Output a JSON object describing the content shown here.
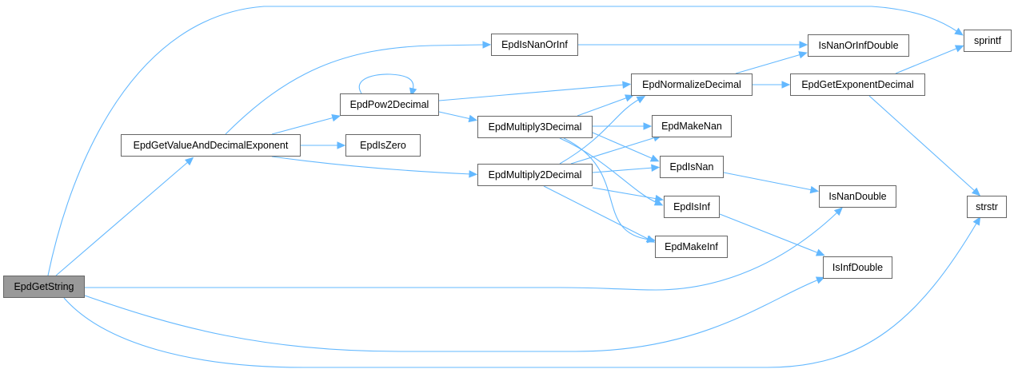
{
  "diagram": {
    "type": "call-graph",
    "edge_color": "#63b8ff",
    "root_fill": "#999999",
    "node_border": "#666666",
    "nodes": [
      {
        "id": "EpdGetString",
        "label": "EpdGetString",
        "root": true
      },
      {
        "id": "EpdGetValueAndDecimalExponent",
        "label": "EpdGetValueAndDecimalExponent"
      },
      {
        "id": "EpdIsZero",
        "label": "EpdIsZero"
      },
      {
        "id": "EpdPow2Decimal",
        "label": "EpdPow2Decimal"
      },
      {
        "id": "EpdIsNanOrInf",
        "label": "EpdIsNanOrInf"
      },
      {
        "id": "EpdMultiply3Decimal",
        "label": "EpdMultiply3Decimal"
      },
      {
        "id": "EpdMultiply2Decimal",
        "label": "EpdMultiply2Decimal"
      },
      {
        "id": "EpdNormalizeDecimal",
        "label": "EpdNormalizeDecimal"
      },
      {
        "id": "EpdMakeNan",
        "label": "EpdMakeNan"
      },
      {
        "id": "EpdIsNan",
        "label": "EpdIsNan"
      },
      {
        "id": "EpdIsInf",
        "label": "EpdIsInf"
      },
      {
        "id": "EpdMakeInf",
        "label": "EpdMakeInf"
      },
      {
        "id": "IsNanOrInfDouble",
        "label": "IsNanOrInfDouble"
      },
      {
        "id": "EpdGetExponentDecimal",
        "label": "EpdGetExponentDecimal"
      },
      {
        "id": "sprintf",
        "label": "sprintf"
      },
      {
        "id": "IsNanDouble",
        "label": "IsNanDouble"
      },
      {
        "id": "IsInfDouble",
        "label": "IsInfDouble"
      },
      {
        "id": "strstr",
        "label": "strstr"
      }
    ],
    "edges": [
      [
        "EpdGetString",
        "EpdGetValueAndDecimalExponent"
      ],
      [
        "EpdGetString",
        "sprintf"
      ],
      [
        "EpdGetString",
        "IsNanDouble"
      ],
      [
        "EpdGetString",
        "IsInfDouble"
      ],
      [
        "EpdGetString",
        "strstr"
      ],
      [
        "EpdGetValueAndDecimalExponent",
        "EpdIsNanOrInf"
      ],
      [
        "EpdGetValueAndDecimalExponent",
        "EpdPow2Decimal"
      ],
      [
        "EpdGetValueAndDecimalExponent",
        "EpdIsZero"
      ],
      [
        "EpdGetValueAndDecimalExponent",
        "EpdMultiply2Decimal"
      ],
      [
        "EpdPow2Decimal",
        "EpdPow2Decimal"
      ],
      [
        "EpdPow2Decimal",
        "EpdNormalizeDecimal"
      ],
      [
        "EpdPow2Decimal",
        "EpdMultiply3Decimal"
      ],
      [
        "EpdIsNanOrInf",
        "IsNanOrInfDouble"
      ],
      [
        "EpdMultiply3Decimal",
        "EpdNormalizeDecimal"
      ],
      [
        "EpdMultiply3Decimal",
        "EpdMakeNan"
      ],
      [
        "EpdMultiply3Decimal",
        "EpdIsNan"
      ],
      [
        "EpdMultiply3Decimal",
        "EpdIsInf"
      ],
      [
        "EpdMultiply3Decimal",
        "EpdMakeInf"
      ],
      [
        "EpdMultiply2Decimal",
        "EpdNormalizeDecimal"
      ],
      [
        "EpdMultiply2Decimal",
        "EpdMakeNan"
      ],
      [
        "EpdMultiply2Decimal",
        "EpdIsNan"
      ],
      [
        "EpdMultiply2Decimal",
        "EpdIsInf"
      ],
      [
        "EpdMultiply2Decimal",
        "EpdMakeInf"
      ],
      [
        "EpdNormalizeDecimal",
        "IsNanOrInfDouble"
      ],
      [
        "EpdNormalizeDecimal",
        "EpdGetExponentDecimal"
      ],
      [
        "EpdGetExponentDecimal",
        "sprintf"
      ],
      [
        "EpdGetExponentDecimal",
        "strstr"
      ],
      [
        "EpdIsNan",
        "IsNanDouble"
      ],
      [
        "EpdIsInf",
        "IsInfDouble"
      ]
    ]
  }
}
